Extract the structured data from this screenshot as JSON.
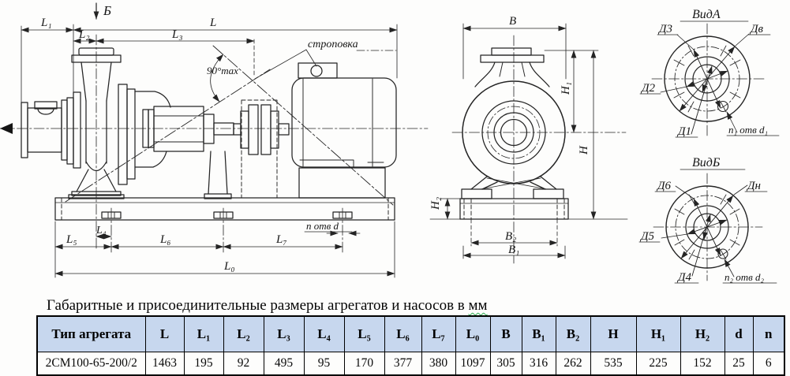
{
  "colors": {
    "line": "#242424",
    "table_header_bg": "#c7d7ee",
    "spellcheck_underline": "#2fae54"
  },
  "drawing": {
    "side_view": {
      "section_label": "Б",
      "dim_L": "L",
      "dim_L1": "L₁",
      "dim_L2": "L₂",
      "dim_L3": "L₃",
      "dim_L4": "L₄",
      "dim_L5": "L₅",
      "dim_L6": "L₆",
      "dim_L7": "L₇",
      "dim_L0": "L₀",
      "angle_label": "90°max",
      "sling_label": "строповка",
      "holes_label": "n отв d"
    },
    "end_view": {
      "dim_B": "B",
      "dim_B1": "B₁",
      "dim_B2": "B₂",
      "dim_H": "H",
      "dim_H1": "H₁",
      "dim_H2": "H₂"
    },
    "view_a": {
      "title": "ВидА",
      "d3": "Д3",
      "dv": "Дв",
      "d2": "Д2",
      "d1": "Д1",
      "holes": "n₁ отв d₁"
    },
    "view_b": {
      "title": "ВидБ",
      "d6": "Д6",
      "dn": "Дн",
      "d5": "Д5",
      "d4": "Д4",
      "holes": "n₂ отв d₂"
    }
  },
  "caption": {
    "prefix": "Габаритные и присоединительные размеры агрегатов и насосов в ",
    "spellchecked_word": "мм"
  },
  "table": {
    "headers": [
      "Тип агрегата",
      "L",
      "L₁",
      "L₂",
      "L₃",
      "L₄",
      "L₅",
      "L₆",
      "L₇",
      "L₀",
      "B",
      "B₁",
      "B₂",
      "H",
      "H₁",
      "H₂",
      "d",
      "n"
    ],
    "rows": [
      [
        "2СМ100-65-200/2",
        "1463",
        "195",
        "92",
        "495",
        "95",
        "170",
        "377",
        "380",
        "1097",
        "305",
        "316",
        "262",
        "535",
        "225",
        "152",
        "25",
        "6"
      ]
    ]
  }
}
